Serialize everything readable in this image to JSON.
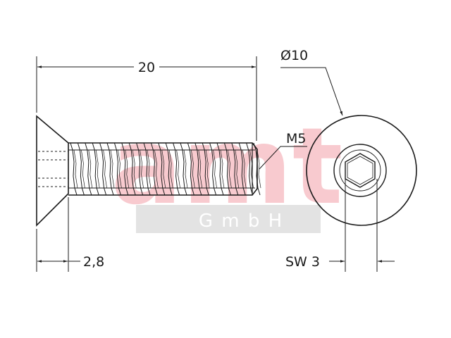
{
  "dimensions": {
    "length": "20",
    "head_diameter": "Ø10",
    "thread": "M5",
    "head_height": "2,8",
    "socket_size": "SW 3"
  },
  "watermark": {
    "logo_text": "amt",
    "company_suffix": "G m b H",
    "logo_color": "#f6b9bf",
    "band_color": "#e3e3e3"
  },
  "colors": {
    "line": "#1a1a1a",
    "background": "#ffffff"
  }
}
